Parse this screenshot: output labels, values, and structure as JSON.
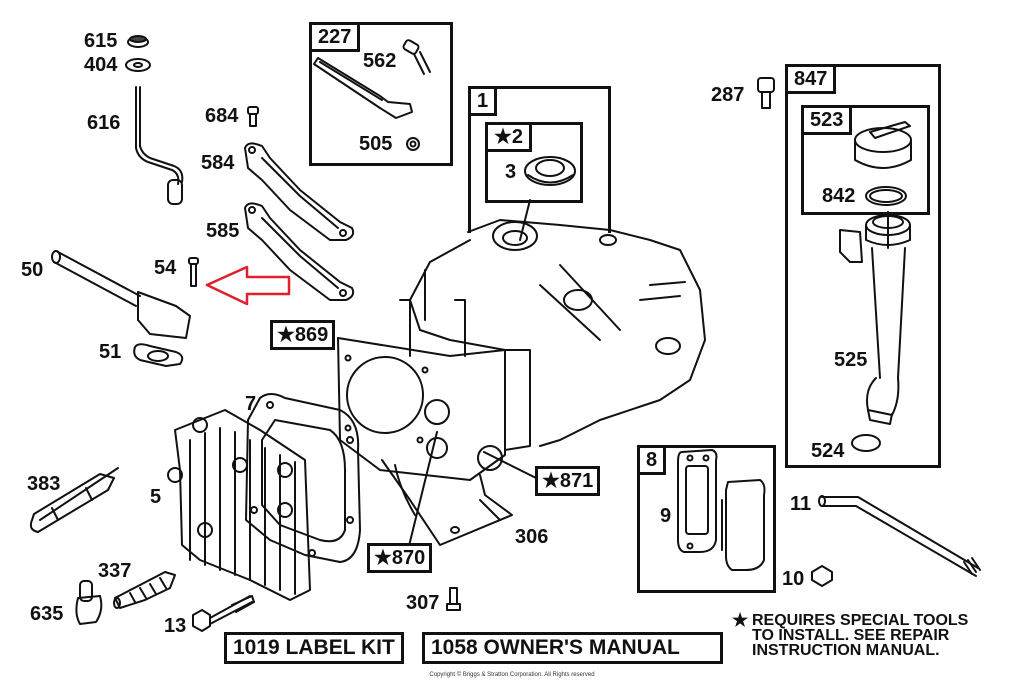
{
  "diagram": {
    "title": "Briggs & Stratton engine cylinder parts diagram",
    "accent_color": "#e0202a",
    "ink_color": "#111111",
    "part_labels": {
      "p615": "615",
      "p404": "404",
      "p616": "616",
      "p684": "684",
      "p584": "584",
      "p585": "585",
      "p50": "50",
      "p54": "54",
      "p51": "51",
      "p7": "7",
      "p5": "5",
      "p383": "383",
      "p337": "337",
      "p635": "635",
      "p13": "13",
      "p306": "306",
      "p307": "307",
      "p562": "562",
      "p505": "505",
      "p3": "3",
      "p287": "287",
      "p842": "842",
      "p525": "525",
      "p524": "524",
      "p9": "9",
      "p11": "11",
      "p10": "10"
    },
    "group_boxes": {
      "g227": "227",
      "g1": "1",
      "g2": "★2",
      "g847": "847",
      "g523": "523",
      "g8": "8"
    },
    "special_tool_labels": {
      "s869": "★869",
      "s870": "★870",
      "s871": "★871"
    },
    "bottom_boxes": {
      "label_kit": "1019 LABEL KIT",
      "owners_manual": "1058 OWNER'S MANUAL"
    },
    "note": {
      "star": "★",
      "line1": "REQUIRES SPECIAL TOOLS",
      "line2": "TO INSTALL.  SEE REPAIR",
      "line3": "INSTRUCTION MANUAL."
    },
    "copyright": "Copyright © Briggs & Stratton Corporation. All Rights reserved",
    "highlight_arrow": {
      "points_to": "54",
      "direction": "left"
    }
  }
}
